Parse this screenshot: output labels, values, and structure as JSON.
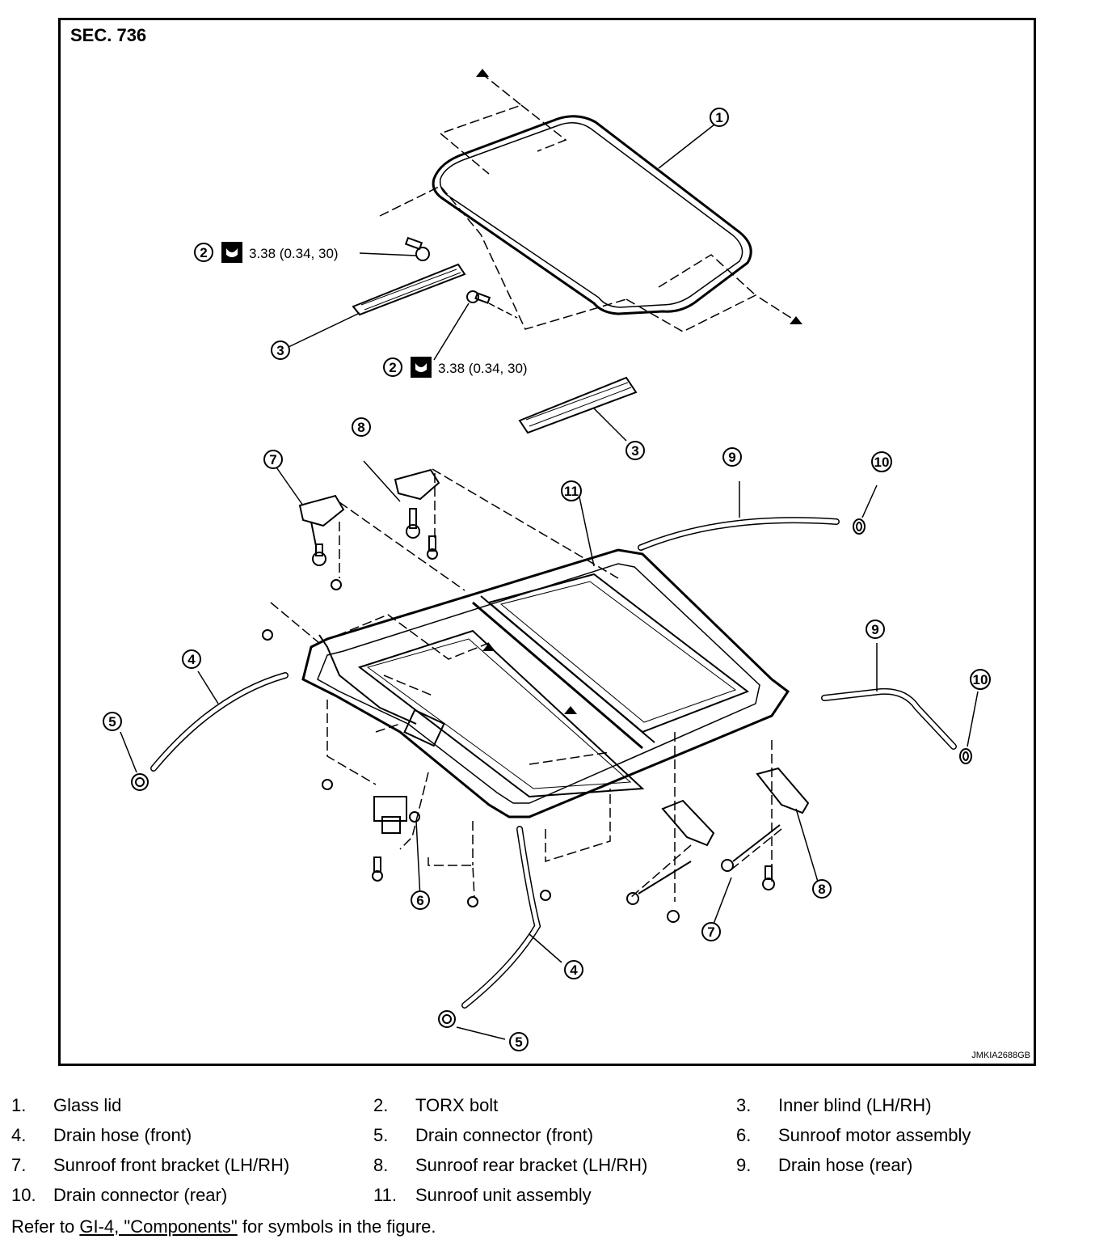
{
  "figure": {
    "section_label": "SEC. 736",
    "figure_id": "JMKIA2688GB",
    "torque_spec": "3.38 (0.34, 30)",
    "icons": [
      "torque-wrench-icon"
    ]
  },
  "legend": [
    {
      "num": "1.",
      "name": "Glass lid"
    },
    {
      "num": "2.",
      "name": "TORX bolt"
    },
    {
      "num": "3.",
      "name": "Inner blind (LH/RH)"
    },
    {
      "num": "4.",
      "name": "Drain hose (front)"
    },
    {
      "num": "5.",
      "name": "Drain connector (front)"
    },
    {
      "num": "6.",
      "name": "Sunroof motor assembly"
    },
    {
      "num": "7.",
      "name": "Sunroof front bracket (LH/RH)"
    },
    {
      "num": "8.",
      "name": "Sunroof rear bracket (LH/RH)"
    },
    {
      "num": "9.",
      "name": "Drain hose (rear)"
    },
    {
      "num": "10.",
      "name": "Drain connector (rear)"
    },
    {
      "num": "11.",
      "name": "Sunroof unit assembly"
    }
  ],
  "callouts": {
    "c1": "1",
    "c2a": "2",
    "c2b": "2",
    "c3a": "3",
    "c3b": "3",
    "c4a": "4",
    "c4b": "4",
    "c5a": "5",
    "c5b": "5",
    "c6": "6",
    "c7a": "7",
    "c7b": "7",
    "c8a": "8",
    "c8b": "8",
    "c9a": "9",
    "c9b": "9",
    "c10a": "10",
    "c10b": "10",
    "c11": "11"
  },
  "footer": {
    "prefix": "Refer to ",
    "link_text": "GI-4, \"Components\"",
    "suffix": " for symbols in the figure."
  }
}
